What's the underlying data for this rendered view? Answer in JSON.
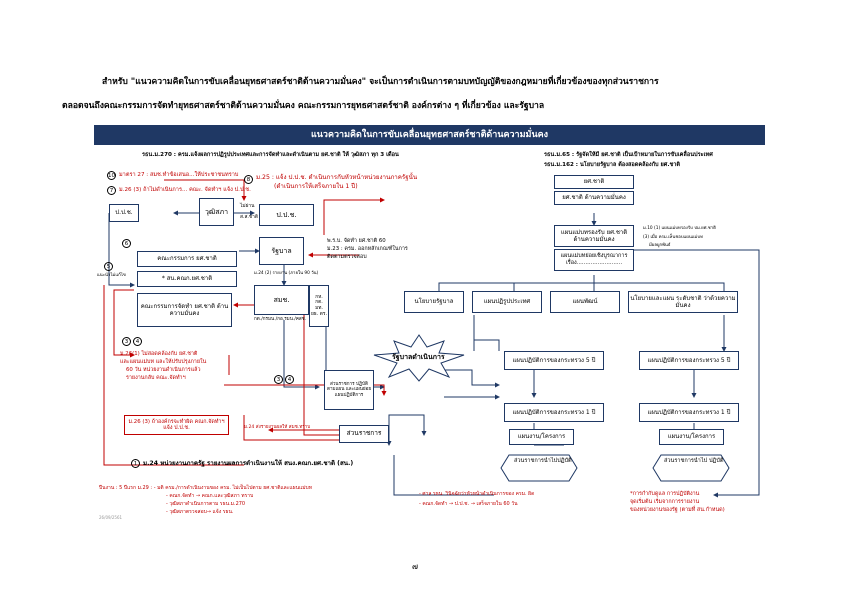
{
  "intro": {
    "line1": "สำหรับ  \"แนวความคิดในการขับเคลื่อนยุทธศาสตร์ชาติด้านความมั่นคง\" จะเป็นการดำเนินการตามบทบัญญัติของกฎหมายที่เกี่ยวข้องของทุกส่วนราชการ",
    "line2": "ตลอดจนถึงคณะกรรมการจัดทำยุทธศาสตร์ชาติด้านความมั่นคง คณะกรรมการยุทธศาสตร์ชาติ องค์กรต่าง ๆ ที่เกี่ยวข้อง และรัฐบาล"
  },
  "diagram": {
    "title": "แนวความคิดในการขับเคลื่อนยุทธศาสตร์ชาติด้านความมั่นคง",
    "left_header": "รธน.ม.270 : ครม.แจ้งผลการปฏิรูปประเทศและการจัดทำและดำเนินตาม ยศ.ชาติ ให้ วุฒิสภา ทุก 3 เดือน",
    "right_header_1": "รธน.ม.65 : รัฐจัดให้มี ยศ.ชาติ เป็นเป้าหมายในการขับเคลื่อนประเทศ",
    "right_header_2": "รธน.ม.162 : นโยบายรัฐบาล ต้องสอดคล้องกับ ยศ.ชาติ",
    "note_10": "มาตรา 27 : สมช.ทำข้อเสนอ...ให้ประชาชนทราบ",
    "note_7": "ม.26 (3) ถ้าไม่ดำเนินการ... คณะ. จัดทำฯ แจ้ง ป.ป.ช.",
    "note_8": "ม.25 : แจ้ง ป.ป.ช. ดำเนินการกับหัวหน้าหน่วยงานภาครัฐนั้น",
    "note_8b": "(ดำเนินการให้เสร็จภายใน 1 ปี)",
    "ppc_left": "ป.ป.ช.",
    "senate": "วุฒิสภา",
    "senate_arrow": "ไม่ผ่าน",
    "senate_arrow2": "ส.ส.ชาติ",
    "ppc_right": "ป.ป.ช.",
    "committee": "คณะกรรมการ ยศ.ชาติ",
    "secretariat": "* สน.คณก.ยศ.ชาติ",
    "govt": "รัฐบาล",
    "act_note_1": "พ.ร.บ. จัดทำ ยศ.ชาติ 60",
    "act_note_2": "ม.23 : ครม. ออกหลักเกณฑ์ในการ",
    "act_note_3": "ติดตามตรวจสอบ",
    "m24_note": "ม.24 (2) รายงาน (ภายใน 90 วัน)",
    "nsc": "สมช.",
    "nsc_sub": "กต./กรมน./กอ.รมน./คสช.",
    "agencies": "กห. กต. มท. ยธ. ตร.",
    "drafting": "คณะกรรมการจัดทำ ยศ.ชาติ ด้านความมั่นคง",
    "drafting_note_1": "ม.26(1) ไม่สอดคล้องกับ ยศ.ชาติ",
    "drafting_note_2": "และแผนแม่บท และให้ปรับปรุงภายใน",
    "drafting_note_3": "60 วัน หน่วยงานดำเนินการแล้ว",
    "drafting_note_4": "รายงานกลับ คณะ.จัดทำฯ",
    "m26_box": "ม.26 (3) ถ้าองค์กรจะทำผิด คณก.จัดทำฯ แจ้ง ป.ป.ช.",
    "m24_report": "ม.24 ส่งรายงานผลให้ สมช.ทราบ",
    "agency_plans": "ส่วนราชการ ปฏิบัติตามแผน และแผนย่อย แผนปฏิบัติการ",
    "govt_action": "รัฐบาลดำเนินการ",
    "ministries": "ส่วนราชการ",
    "ministries_implement": "ส่วนราชการนำไปปฏิบัติ",
    "footer_m24": "ม.24 หน่วยงานภาครัฐ รายงานผลการดำเนินงานให้ สนง.คณก.ยศ.ชาติ (สน.)",
    "ysc": "ยศ.ชาติ",
    "ysc_security": "ยศ.ชาติ ด้านความมั่นคง",
    "master_plan": "แผนแม่บทรองรับ ยศ.ชาติ ด้านความมั่นคง",
    "sub_plan": "แผนแม่บทย่อยเชิงบูรณาการ เรื่อง..........................",
    "master_note_1": "ม.10 (1) แผนแม่บทรองรับ ปม.ยศ.ชาติ",
    "master_note_2": "(3) เมื่อ ครม.เห็นชอบแผนแม่บท",
    "master_note_3": "มีผลผูกพันธ์",
    "policy_govt": "นโยบายรัฐบาล",
    "reform_plan": "แผนปฏิรูปประเทศ",
    "nesdb_plan": "แผนพัฒน์",
    "security_policy": "นโยบายและแผน ระดับชาติ ว่าด้วยความมั่นคง",
    "ministry_5yr_a": "แผนปฏิบัติการของกระทรวง 5 ปี",
    "ministry_1yr_a": "แผนปฏิบัติการของกระทรวง 1 ปี",
    "ministry_5yr_b": "แผนปฏิบัติการของกระทรวง 5 ปี",
    "ministry_1yr_b": "แผนปฏิบัติการของกระทรวง 1 ปี",
    "projects_a": "แผนงาน/โครงการ",
    "projects_b": "แผนงาน/โครงการ",
    "implement_a": "ส่วนราชการนำไปปฏิบัติ",
    "implement_b": "ส่วนราชการนำไป ปฏิบัติ",
    "right_note_1": "*การกำกับดูแล การปฏิบัติงาน",
    "right_note_2": "จุดเริ่มต้น เริ่มจากการรายงาน",
    "right_note_3": "ของหน่วยงานของรัฐ (ตามที่ สน.กำหนด)",
    "bottom_left_1": "ปีนงาน : 5 ปีแรก  ม.29 : - มติ ครม./การดำเนินงานของ ครม. ไม่เป็นไปตาม ยศ.ชาติและแผนแม่บท",
    "bottom_left_2": "- คณก.จัดทำ → คณก.และวุฒิสภา ทราบ",
    "bottom_left_3": "- วุฒิสภาดำเนินการตาม รธน.ม.270",
    "bottom_left_4": "- วุฒิสภาตรวจสอบ→ แจ้ง รธน.",
    "bottom_mid_1": "- ศาล รธน. วินิจฉัยว่าหัวหน้าดำเนินการของ ครม. ผิด",
    "bottom_mid_2": "- คณก.จัดทำ → ป.ป.ช. → เสร็จภายใน 60 วัน",
    "date": "26/09/2561",
    "num_10": "10",
    "num_7": "7",
    "num_8": "8",
    "num_6": "6",
    "num_5": "5",
    "num_3": "3",
    "num_4": "4",
    "num_1": "1",
    "side_5": "แนะนำไม่แก้ไข"
  },
  "page_number": "๗"
}
